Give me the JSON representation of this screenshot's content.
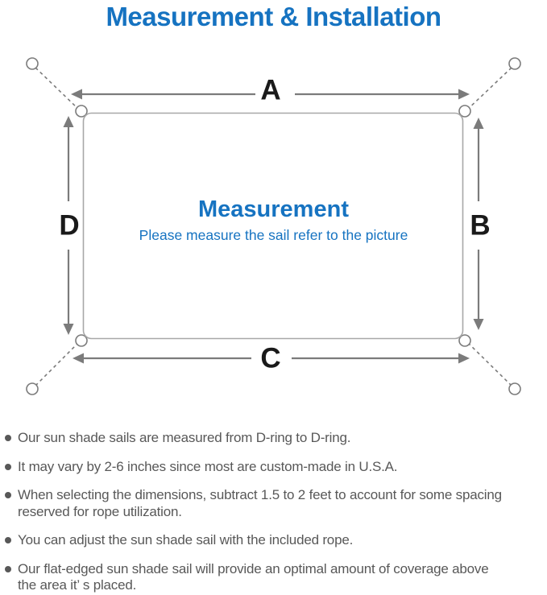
{
  "title": "Measurement & Installation",
  "diagram": {
    "labels": {
      "top": "A",
      "right": "B",
      "bottom": "C",
      "left": "D"
    },
    "center_title": "Measurement",
    "center_subtitle": "Please measure the sail refer to the picture"
  },
  "notes": [
    "Our sun shade sails are measured from D-ring to D-ring.",
    "It may vary by 2-6 inches since most are custom-made in U.S.A.",
    "When selecting the dimensions, subtract 1.5 to 2 feet to account for some spacing\nreserved for rope utilization.",
    "You can adjust the sun shade sail with the included rope.",
    "Our flat-edged sun shade sail will provide an optimal amount of coverage above\nthe area it’ s placed."
  ],
  "colors": {
    "accent_blue": "#1673c1",
    "text_gray": "#585858",
    "line_gray": "#7b7b7b",
    "rect_gray": "#a8a8a8",
    "label_black": "#1a1a1a"
  }
}
